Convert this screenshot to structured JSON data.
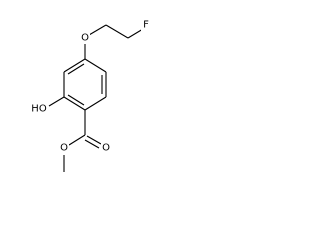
{
  "molecule": {
    "atoms": {
      "O_ether": "O",
      "F": "F",
      "OH": "HO",
      "O_carbonyl": "O",
      "O_ester": "O"
    }
  }
}
